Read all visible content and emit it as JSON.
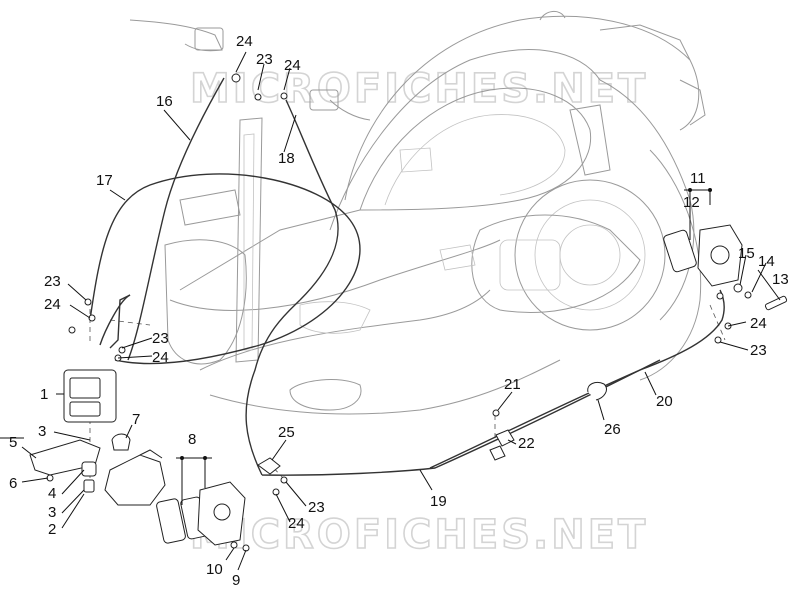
{
  "watermark": {
    "text": "MICROFICHES.NET"
  },
  "callouts": {
    "c1": "1",
    "c2": "2",
    "c3a": "3",
    "c3b": "3",
    "c4": "4",
    "c5": "5",
    "c6": "6",
    "c7": "7",
    "c8": "8",
    "c9": "9",
    "c10": "10",
    "c11": "11",
    "c12": "12",
    "c13": "13",
    "c14": "14",
    "c15": "15",
    "c16": "16",
    "c17": "17",
    "c18": "18",
    "c19": "19",
    "c20": "20",
    "c21": "21",
    "c22": "22",
    "c23a": "23",
    "c23b": "23",
    "c23c": "23",
    "c23d": "23",
    "c23e": "23",
    "c24a": "24",
    "c24b": "24",
    "c24c": "24",
    "c24d": "24",
    "c24e": "24",
    "c24f": "24",
    "c25": "25",
    "c26": "26"
  }
}
